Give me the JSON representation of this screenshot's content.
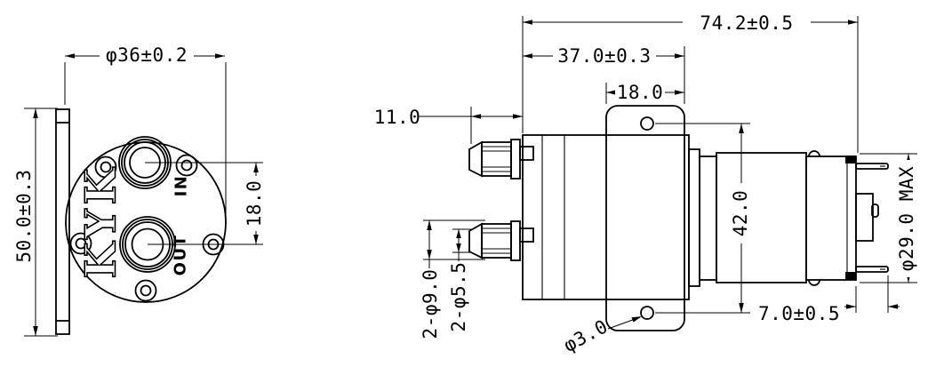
{
  "drawing": {
    "brand": "KYK",
    "front_view": {
      "body_diameter": "φ36±0.2",
      "overall_height": "50.0±0.3",
      "port_spacing": "18.0",
      "inlet_label": "IN",
      "outlet_label": "OUT"
    },
    "side_view": {
      "overall_length": "74.2±0.5",
      "pump_length": "37.0±0.3",
      "bracket_width": "18.0",
      "barb_protrusion": "11.0",
      "bracket_hole_spacing": "42.0",
      "motor_diameter": "φ29.0 MAX",
      "terminal_length": "7.0±0.5",
      "barb_outer_diameter": "2-φ9.0",
      "barb_tip_diameter": "2-φ5.5",
      "bracket_hole_diameter": "φ3.0"
    },
    "colors": {
      "line": "#000000",
      "background": "#ffffff"
    }
  }
}
